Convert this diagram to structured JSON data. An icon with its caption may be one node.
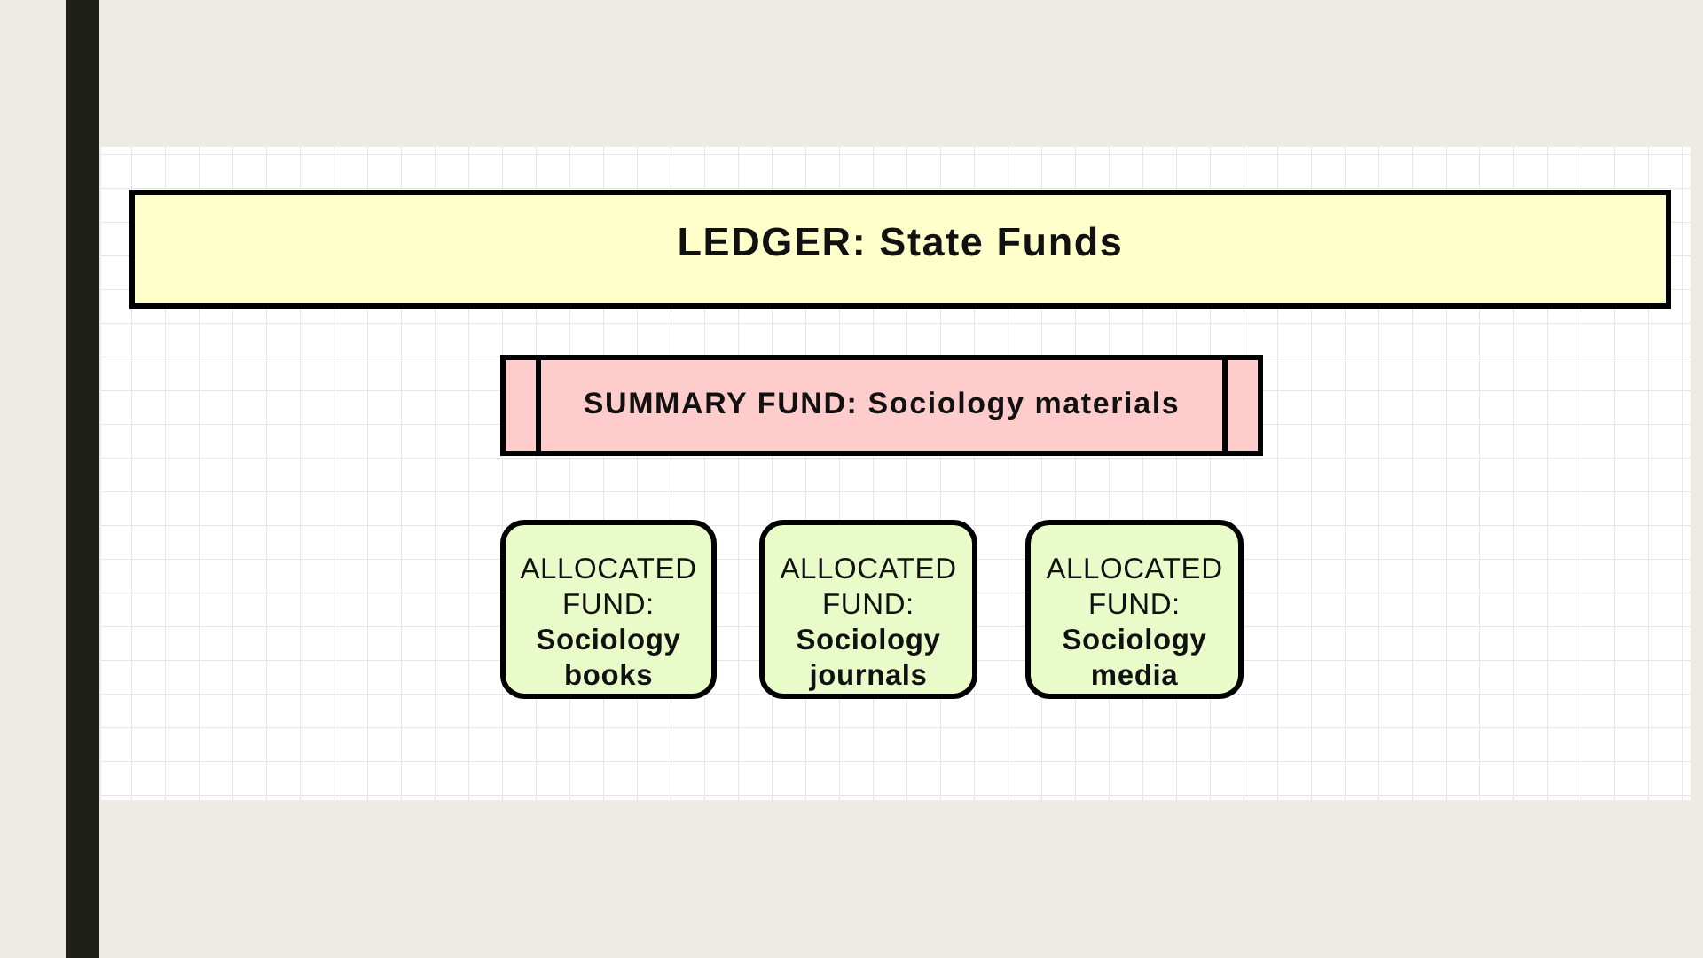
{
  "diagram": {
    "nodes": [
      {
        "text": [
          "LEDGER: State Funds"
        ]
      },
      {
        "text": [
          "SUMMARY FUND: Sociology materials"
        ]
      },
      {
        "text": [
          "ALLOCATED FUND: **Sociology books**"
        ]
      },
      {
        "text": [
          "ALLOCATED FUND: **Sociology journals**"
        ]
      },
      {
        "text": [
          "ALLOCATED FUND: **Sociology media**"
        ]
      }
    ]
  }
}
